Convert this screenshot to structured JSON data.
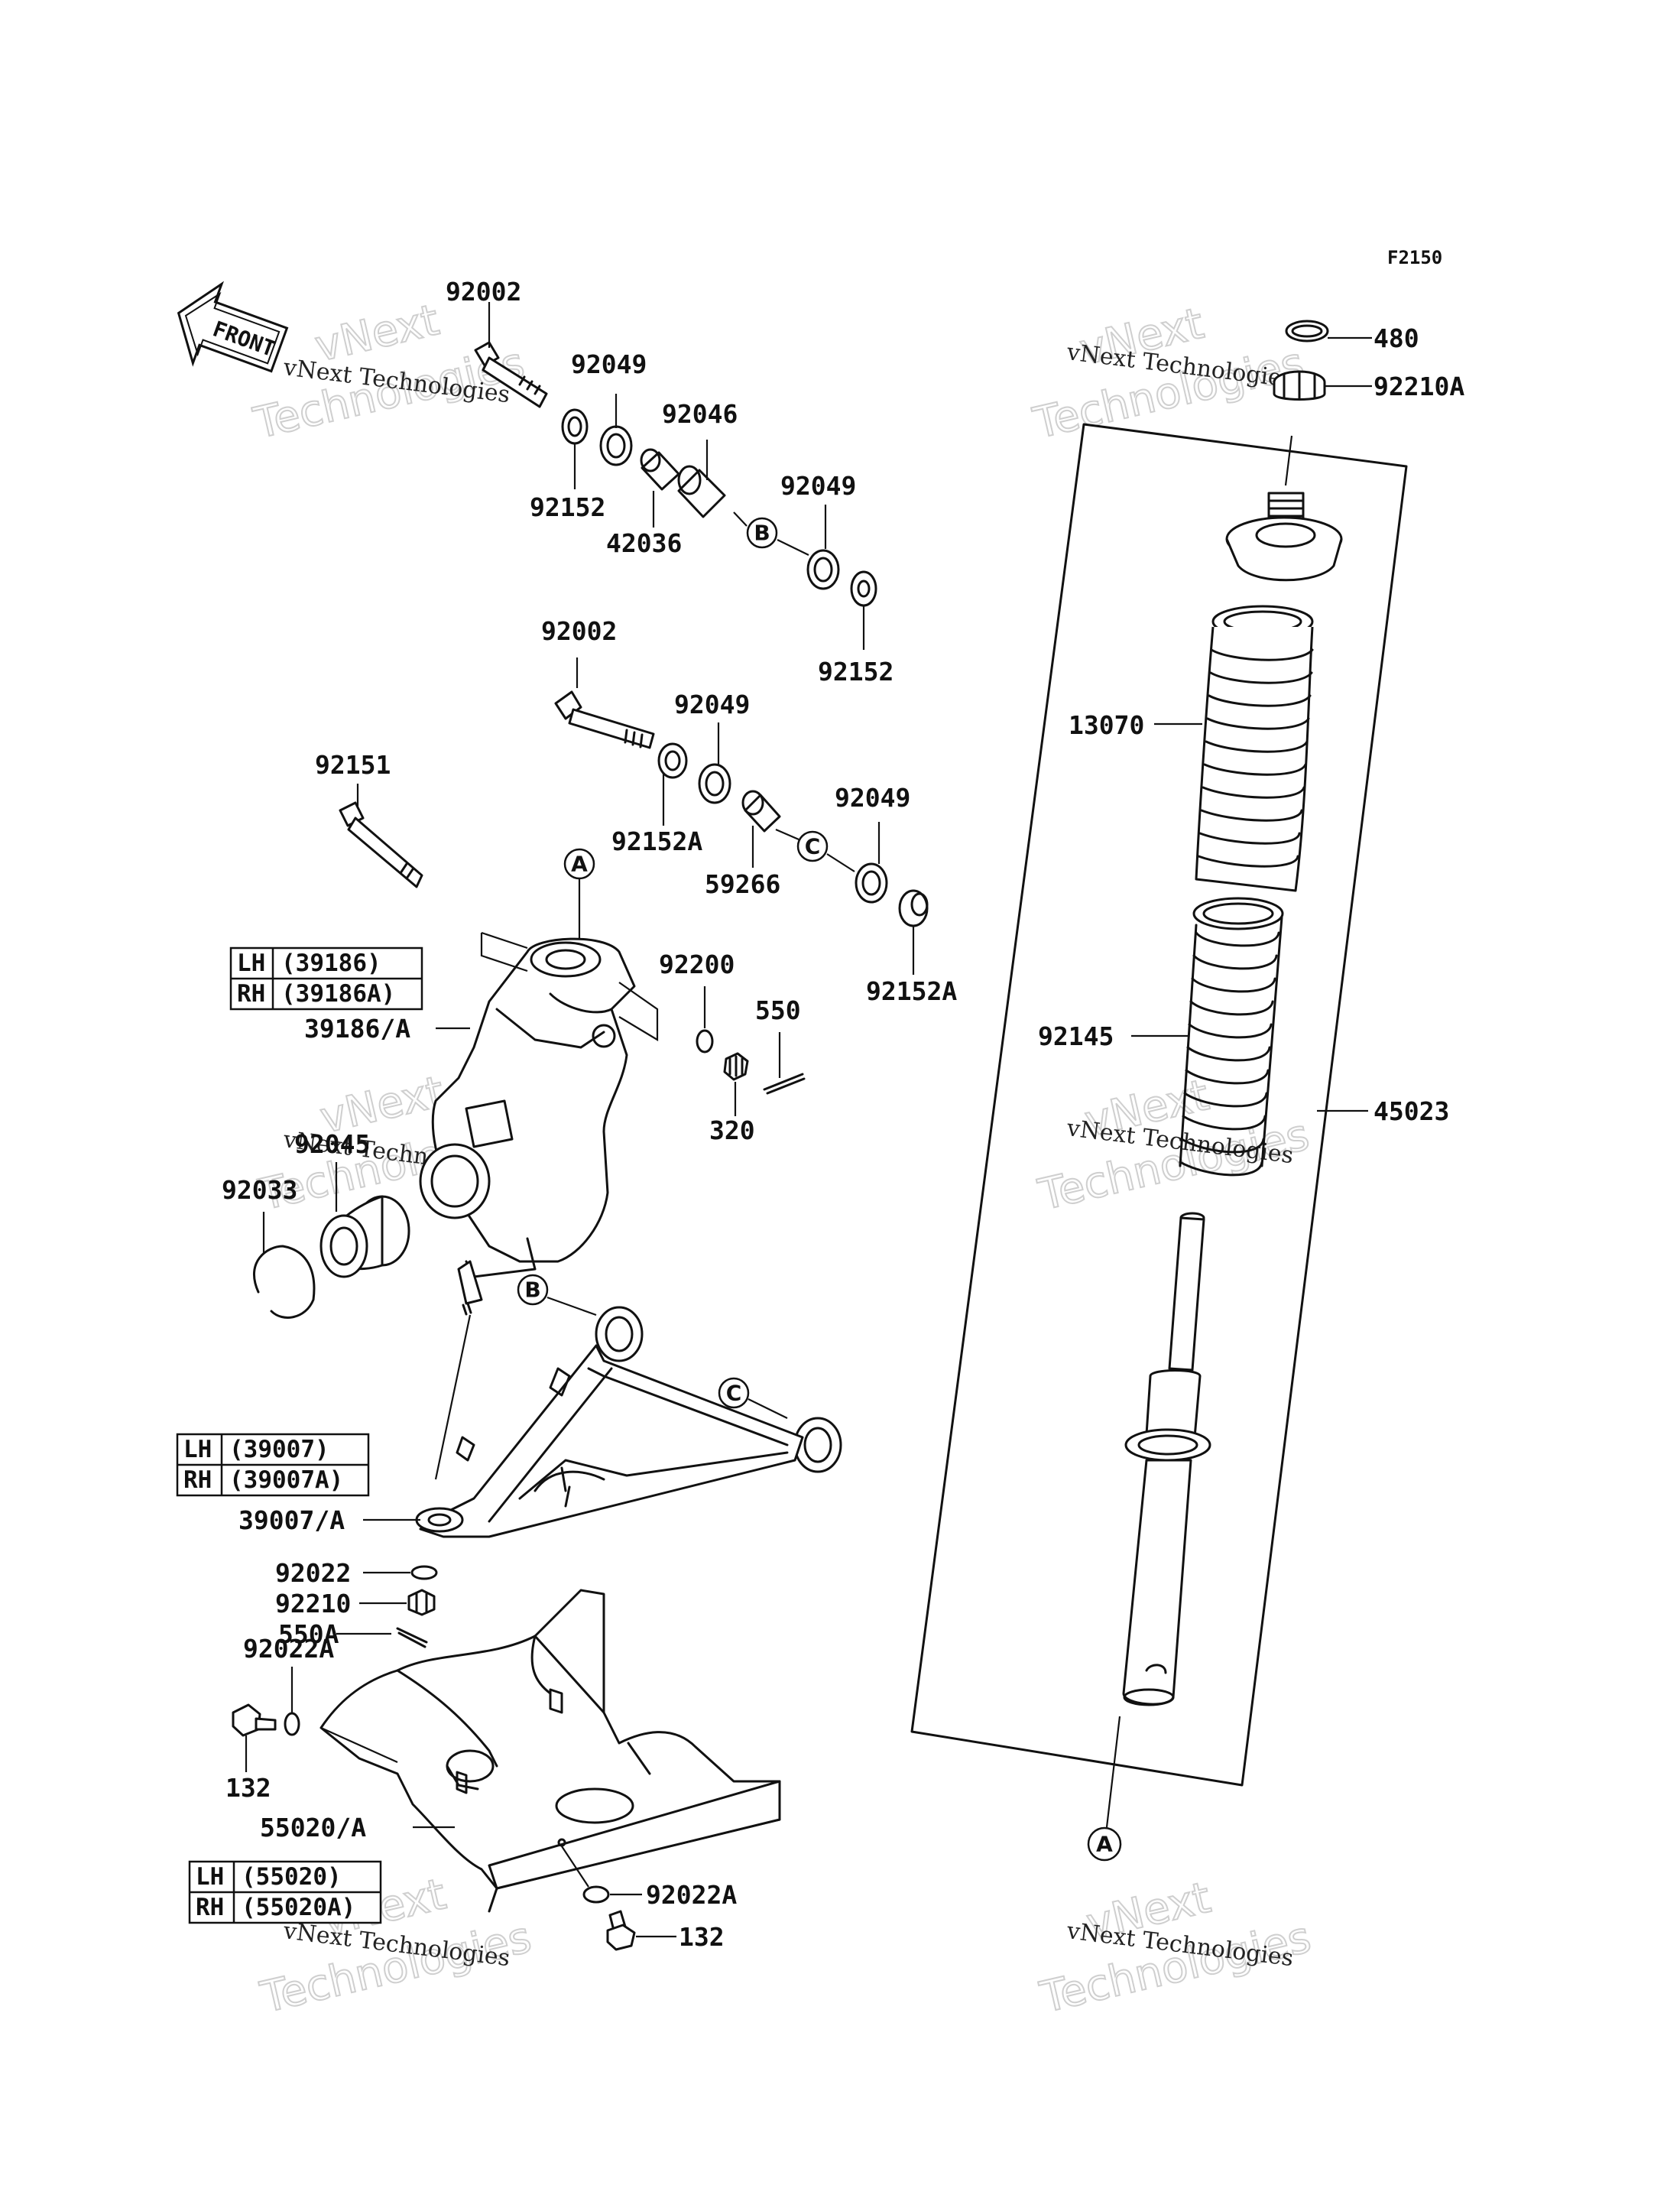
{
  "figure_code": "F2150",
  "front_arrow": "FRONT",
  "watermark": {
    "line1": "vNext Technologies",
    "line2": "vNext",
    "line3": "Technologies"
  },
  "callouts": {
    "A": "A",
    "B": "B",
    "C": "C"
  },
  "labels": {
    "p92002_top": "92002",
    "p92049_a": "92049",
    "p92046": "92046",
    "p92152_a": "92152",
    "p42036": "42036",
    "p92049_b": "92049",
    "p92152_b": "92152",
    "p92002_mid": "92002",
    "p92049_c": "92049",
    "p92152A_a": "92152A",
    "p92151": "92151",
    "p92049_d": "92049",
    "p59266": "59266",
    "p92152A_b": "92152A",
    "p92200": "92200",
    "p550": "550",
    "p320": "320",
    "p39186A": "39186/A",
    "p92045": "92045",
    "p92033": "92033",
    "p39007A": "39007/A",
    "p92022": "92022",
    "p92210": "92210",
    "p550A": "550A",
    "p92022A_a": "92022A",
    "p132_a": "132",
    "p55020A": "55020/A",
    "p92022A_b": "92022A",
    "p132_b": "132",
    "p480": "480",
    "p92210A": "92210A",
    "p13070": "13070",
    "p92145": "92145",
    "p45023": "45023"
  },
  "tables": {
    "knuckle": {
      "rows": [
        {
          "side": "LH",
          "part": "(39186)"
        },
        {
          "side": "RH",
          "part": "(39186A)"
        }
      ]
    },
    "arm": {
      "rows": [
        {
          "side": "LH",
          "part": "(39007)"
        },
        {
          "side": "RH",
          "part": "(39007A)"
        }
      ]
    },
    "guard": {
      "rows": [
        {
          "side": "LH",
          "part": "(55020)"
        },
        {
          "side": "RH",
          "part": "(55020A)"
        }
      ]
    }
  }
}
